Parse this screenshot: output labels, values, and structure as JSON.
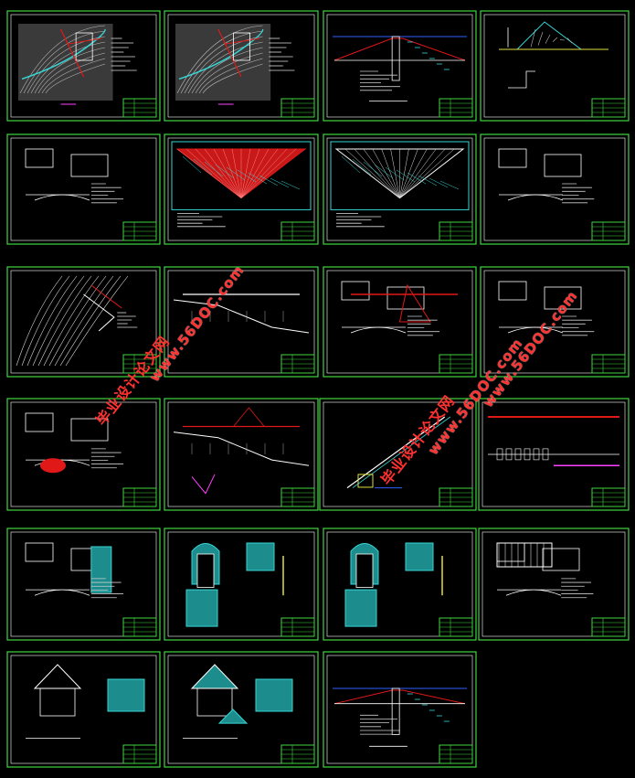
{
  "sheet": {
    "title": "CAD drawing set overview",
    "frame_color": "#3fd63f",
    "background": "#000000",
    "rows": [
      {
        "sheets": [
          "plan-site",
          "plan-layout",
          "dam-section",
          "spillway-section"
        ]
      },
      {
        "sheets": [
          "detail-misc",
          "dam-red-section",
          "dam-hatched-section",
          "culvert-detail"
        ]
      },
      {
        "sheets": [
          "contour-plan",
          "longitudinal-profile",
          "outlet-detail",
          "gate-detail"
        ]
      },
      {
        "sheets": [
          "pier-detail",
          "intake-profile",
          "penstock-slope",
          "pipeline-profile"
        ]
      },
      {
        "sheets": [
          "valve-chamber",
          "tunnel-arch",
          "tunnel-section",
          "bridge-detail"
        ]
      },
      {
        "sheets": [
          "house-section",
          "pavilion",
          "dam-elevation"
        ]
      }
    ]
  },
  "watermarks": [
    {
      "text": "www.56DOC.com",
      "kind": "com"
    },
    {
      "text": "毕业设计论文网",
      "kind": "cn"
    },
    {
      "text": "www.56DOC.com",
      "kind": "com"
    },
    {
      "text": "毕业设计论文网",
      "kind": "cn"
    },
    {
      "text": "www.56DOC.com",
      "kind": "com"
    }
  ],
  "colors": {
    "frame": "#3fd63f",
    "line": "#ffffff",
    "accent_red": "#e01818",
    "accent_cyan": "#36d6d6",
    "accent_blue": "#3060ff",
    "accent_yellow": "#e0e040",
    "accent_magenta": "#ff40ff",
    "watermark": "#ff3030"
  }
}
